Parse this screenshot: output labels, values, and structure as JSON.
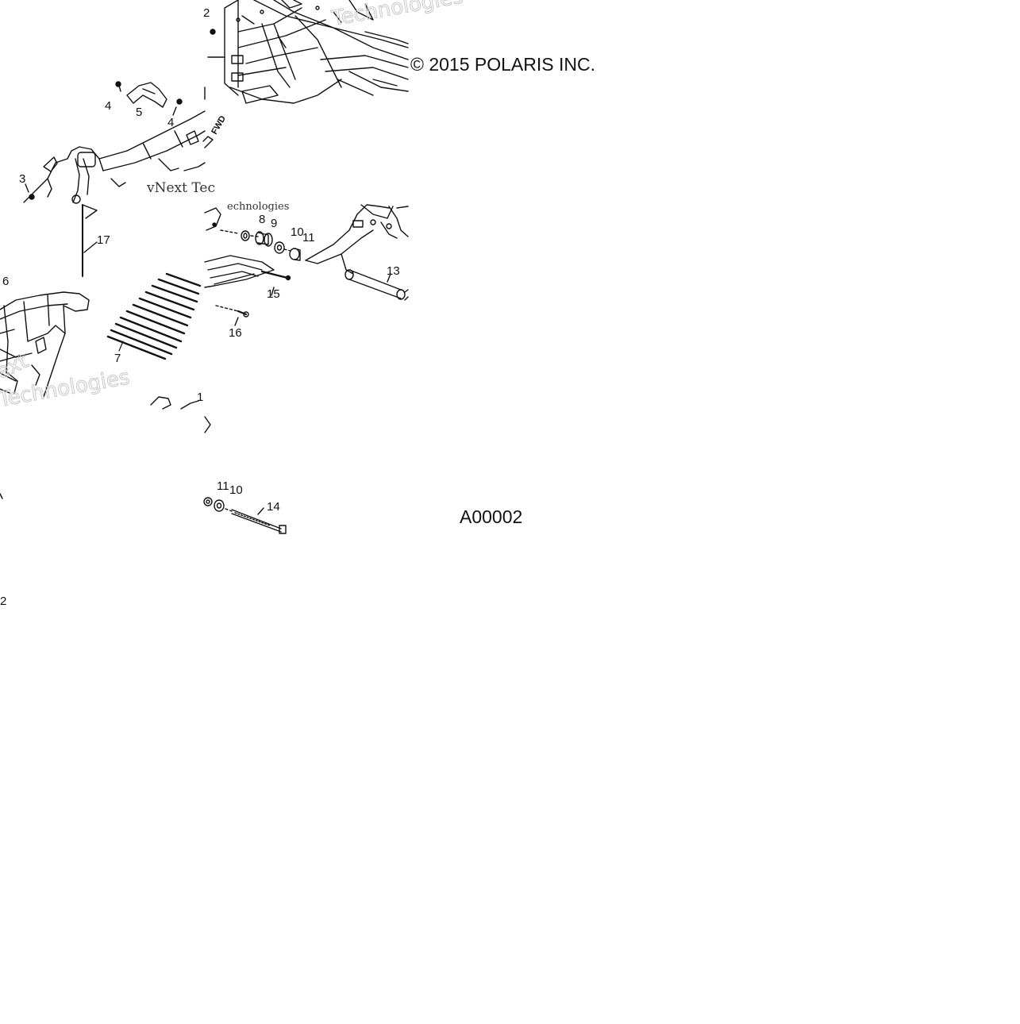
{
  "copyright": "© 2015 POLARIS INC.",
  "figure_id": "A00002",
  "fwd_label": "FWD",
  "watermark": {
    "word_a": "Technologies",
    "word_b": "vNext Tec",
    "word_c": "Technologies",
    "word_d": "echnologies",
    "word_e": "ext"
  },
  "callouts": {
    "c2": "2",
    "c3": "3",
    "c4a": "4",
    "c4b": "4",
    "c5": "5",
    "c6": "6",
    "c7": "7",
    "c8": "8",
    "c9": "9",
    "c10a": "10",
    "c11a": "11",
    "c13": "13",
    "c15": "15",
    "c16": "16",
    "c17": "17",
    "c1": "1",
    "c11b": "11",
    "c10b": "10",
    "c14": "14",
    "c12": "2"
  },
  "colors": {
    "line": "#111111",
    "watermark": "#c8c8c8",
    "background": "#ffffff"
  }
}
